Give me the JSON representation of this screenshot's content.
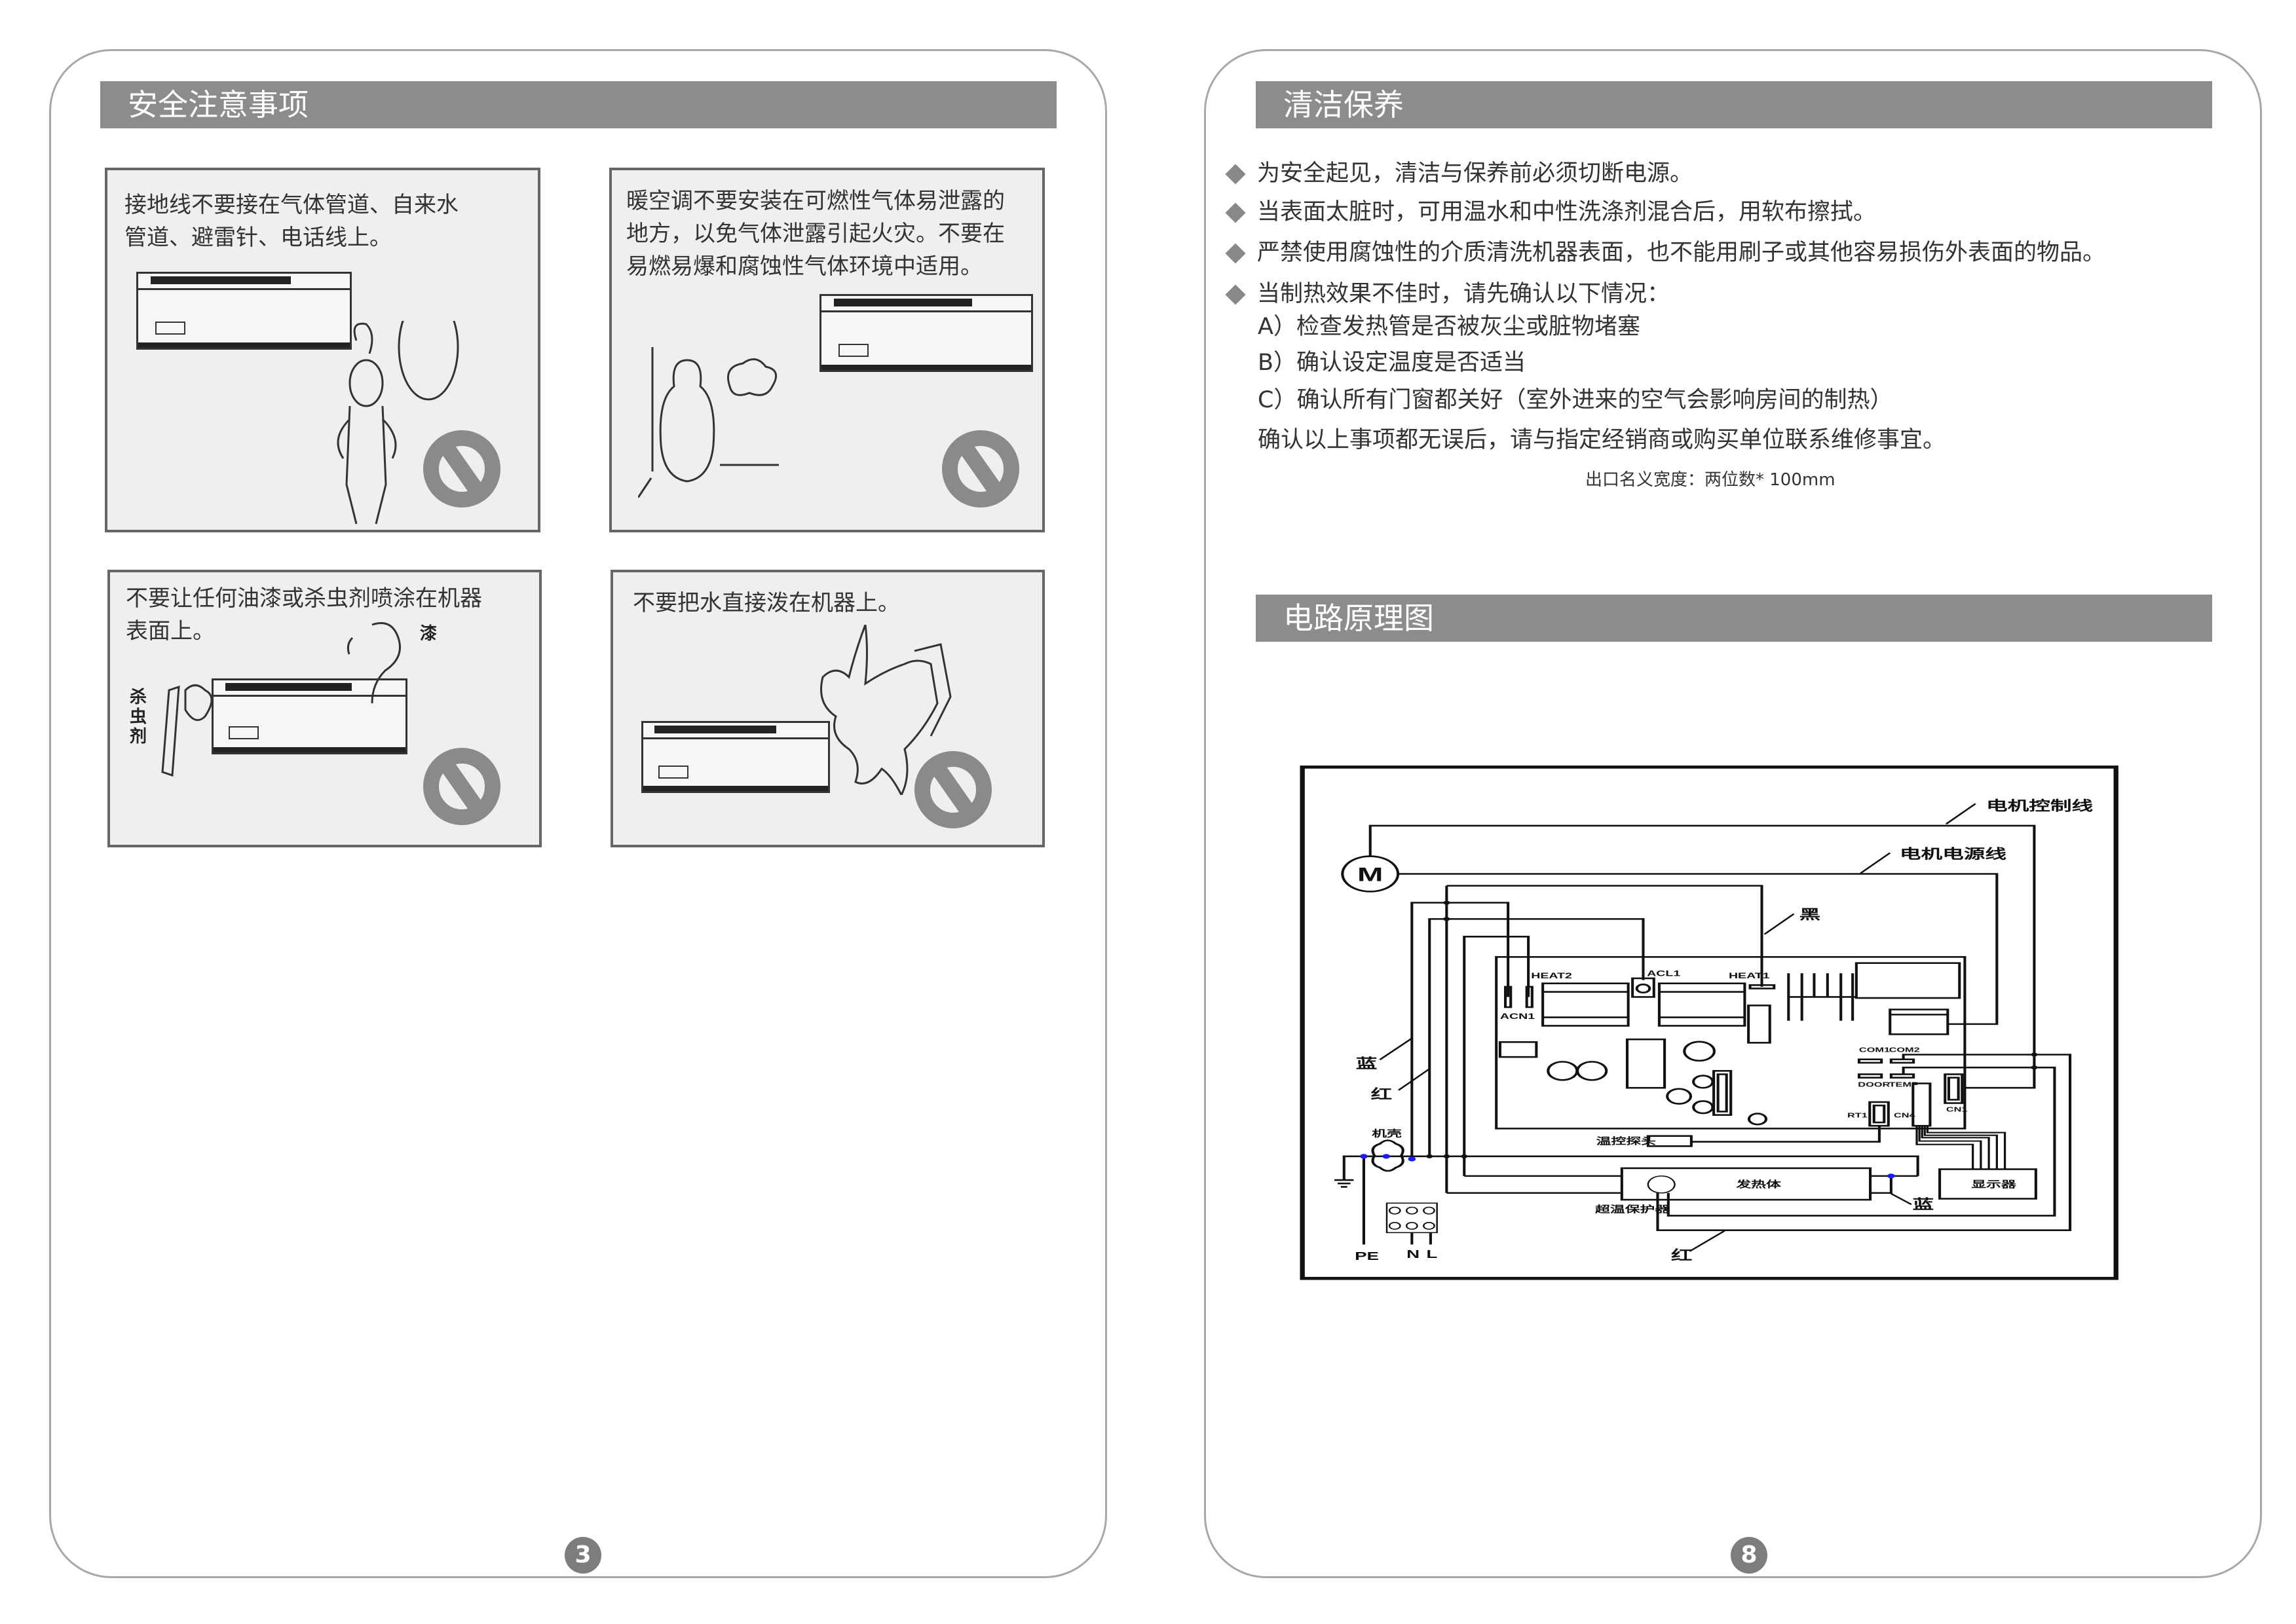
{
  "left_page": {
    "title": "安全注意事项",
    "page_number": "3",
    "panels": [
      {
        "lines": [
          "接地线不要接在气体管道、自来水",
          "管道、避雷针、电话线上。"
        ]
      },
      {
        "lines": [
          "暖空调不要安装在可燃性气体易泄露的",
          "地方，以免气体泄露引起火灾。不要在",
          "易燃易爆和腐蚀性气体环境中适用。"
        ]
      },
      {
        "lines": [
          "不要让任何油漆或杀虫剂喷涂在机器",
          "表面上。"
        ],
        "labels": {
          "paint": "漆",
          "insecticide": "杀虫剂"
        }
      },
      {
        "lines": [
          "不要把水直接泼在机器上。"
        ]
      }
    ],
    "icons": [
      "prohibited-sign-icon",
      "heater-unit-illustration"
    ],
    "prohibit_color": "#8a8a8a"
  },
  "right_page": {
    "title": "清洁保养",
    "page_number": "8",
    "bullets": [
      "为安全起见，清洁与保养前必须切断电源。",
      "当表面太脏时，可用温水和中性洗涤剂混合后，用软布擦拭。",
      "严禁使用腐蚀性的介质清洗机器表面，也不能用刷子或其他容易损伤外表面的物品。",
      "当制热效果不佳时，请先确认以下情况："
    ],
    "checks": [
      "A）检查发热管是否被灰尘或脏物堵塞",
      "B）确认设定温度是否适当",
      "C）确认所有门窗都关好（室外进来的空气会影响房间的制热）"
    ],
    "conclusion": "确认以上事项都无误后，请与指定经销商或购买单位联系维修事宜。",
    "note": "出口名义宽度：两位数* 100mm",
    "circuit_title": "电路原理图",
    "circuit": {
      "motor": "M",
      "motor_control_line": "电机控制线",
      "motor_power_line": "电机电源线",
      "black": "黑",
      "blue": "蓝",
      "red": "红",
      "heat2": "HEAT2",
      "acl1": "ACL1",
      "heat1": "HEAT1",
      "acn1": "ACN1",
      "com1": "COM1",
      "com2": "COM2",
      "door": "DOOR",
      "temp": "TEMP",
      "rt1": "RT1",
      "cn4": "CN4",
      "cn1": "CN1",
      "temp_probe": "温控探头",
      "casing": "机壳",
      "heater": "发热体",
      "overheat_protector": "超温保护器",
      "display": "显示器",
      "pe": "PE",
      "n": "N",
      "l": "L"
    },
    "accent_blue": "#1a1aff"
  }
}
